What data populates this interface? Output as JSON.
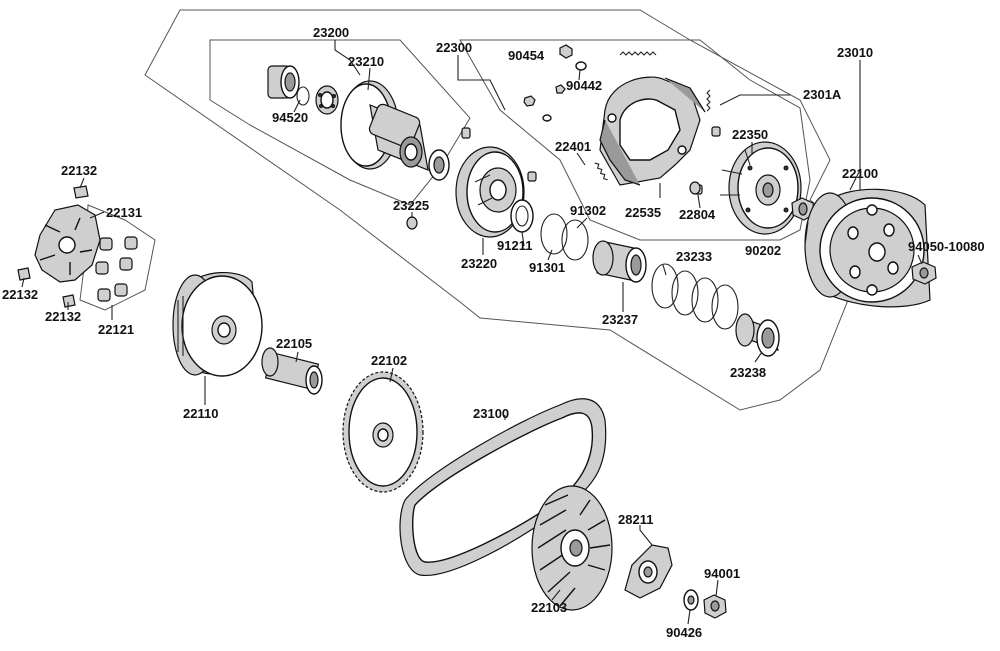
{
  "diagram": {
    "part_numbers": {
      "p23200": "23200",
      "p23210": "23210",
      "p94520": "94520",
      "p22300": "22300",
      "p90454": "90454",
      "p90442": "90442",
      "p2301A": "2301A",
      "p23010": "23010",
      "p22350": "22350",
      "p22401": "22401",
      "p22100": "22100",
      "p22132a": "22132",
      "p22131": "22131",
      "p22132b": "22132",
      "p22132c": "22132",
      "p22121": "22121",
      "p23225": "23225",
      "p91302": "91302",
      "p22535": "22535",
      "p22804": "22804",
      "p91211": "91211",
      "p90202": "90202",
      "p94050": "94050-10080",
      "p23220": "23220",
      "p91301": "91301",
      "p23233": "23233",
      "p23237": "23237",
      "p23238": "23238",
      "p22105": "22105",
      "p22102": "22102",
      "p22110": "22110",
      "p23100": "23100",
      "p28211": "28211",
      "p94001": "94001",
      "p22103": "22103",
      "p90426": "90426"
    },
    "colors": {
      "line": "#222222",
      "part_fill": "#cfcfcf",
      "part_dark": "#9a9a9a",
      "background": "#ffffff"
    }
  }
}
